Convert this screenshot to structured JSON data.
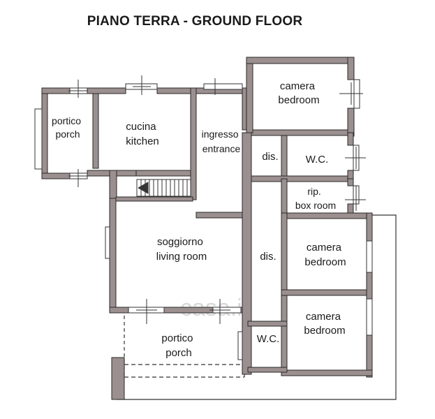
{
  "title": "PIANO TERRA - GROUND FLOOR",
  "watermark": "casa.it",
  "colors": {
    "wall_fill": "#9b8f8f",
    "wall_stroke": "#2a2a2a",
    "line": "#333333",
    "background": "#ffffff"
  },
  "rooms": [
    {
      "id": "portico-porch-top",
      "lines": [
        "portico",
        "porch"
      ]
    },
    {
      "id": "cucina-kitchen",
      "lines": [
        "cucina",
        "kitchen"
      ]
    },
    {
      "id": "ingresso-entrance",
      "lines": [
        "ingresso",
        "entrance"
      ]
    },
    {
      "id": "camera-bedroom-1",
      "lines": [
        "camera",
        "bedroom"
      ]
    },
    {
      "id": "dis-1",
      "lines": [
        "dis."
      ]
    },
    {
      "id": "wc-1",
      "lines": [
        "W.C."
      ]
    },
    {
      "id": "rip-box-room",
      "lines": [
        "rip.",
        "box room"
      ]
    },
    {
      "id": "soggiorno-living-room",
      "lines": [
        "soggiorno",
        "living room"
      ]
    },
    {
      "id": "dis-2",
      "lines": [
        "dis."
      ]
    },
    {
      "id": "camera-bedroom-2",
      "lines": [
        "camera",
        "bedroom"
      ]
    },
    {
      "id": "camera-bedroom-3",
      "lines": [
        "camera",
        "bedroom"
      ]
    },
    {
      "id": "wc-2",
      "lines": [
        "W.C."
      ]
    },
    {
      "id": "portico-porch-bottom",
      "lines": [
        "portico",
        "porch"
      ]
    }
  ]
}
